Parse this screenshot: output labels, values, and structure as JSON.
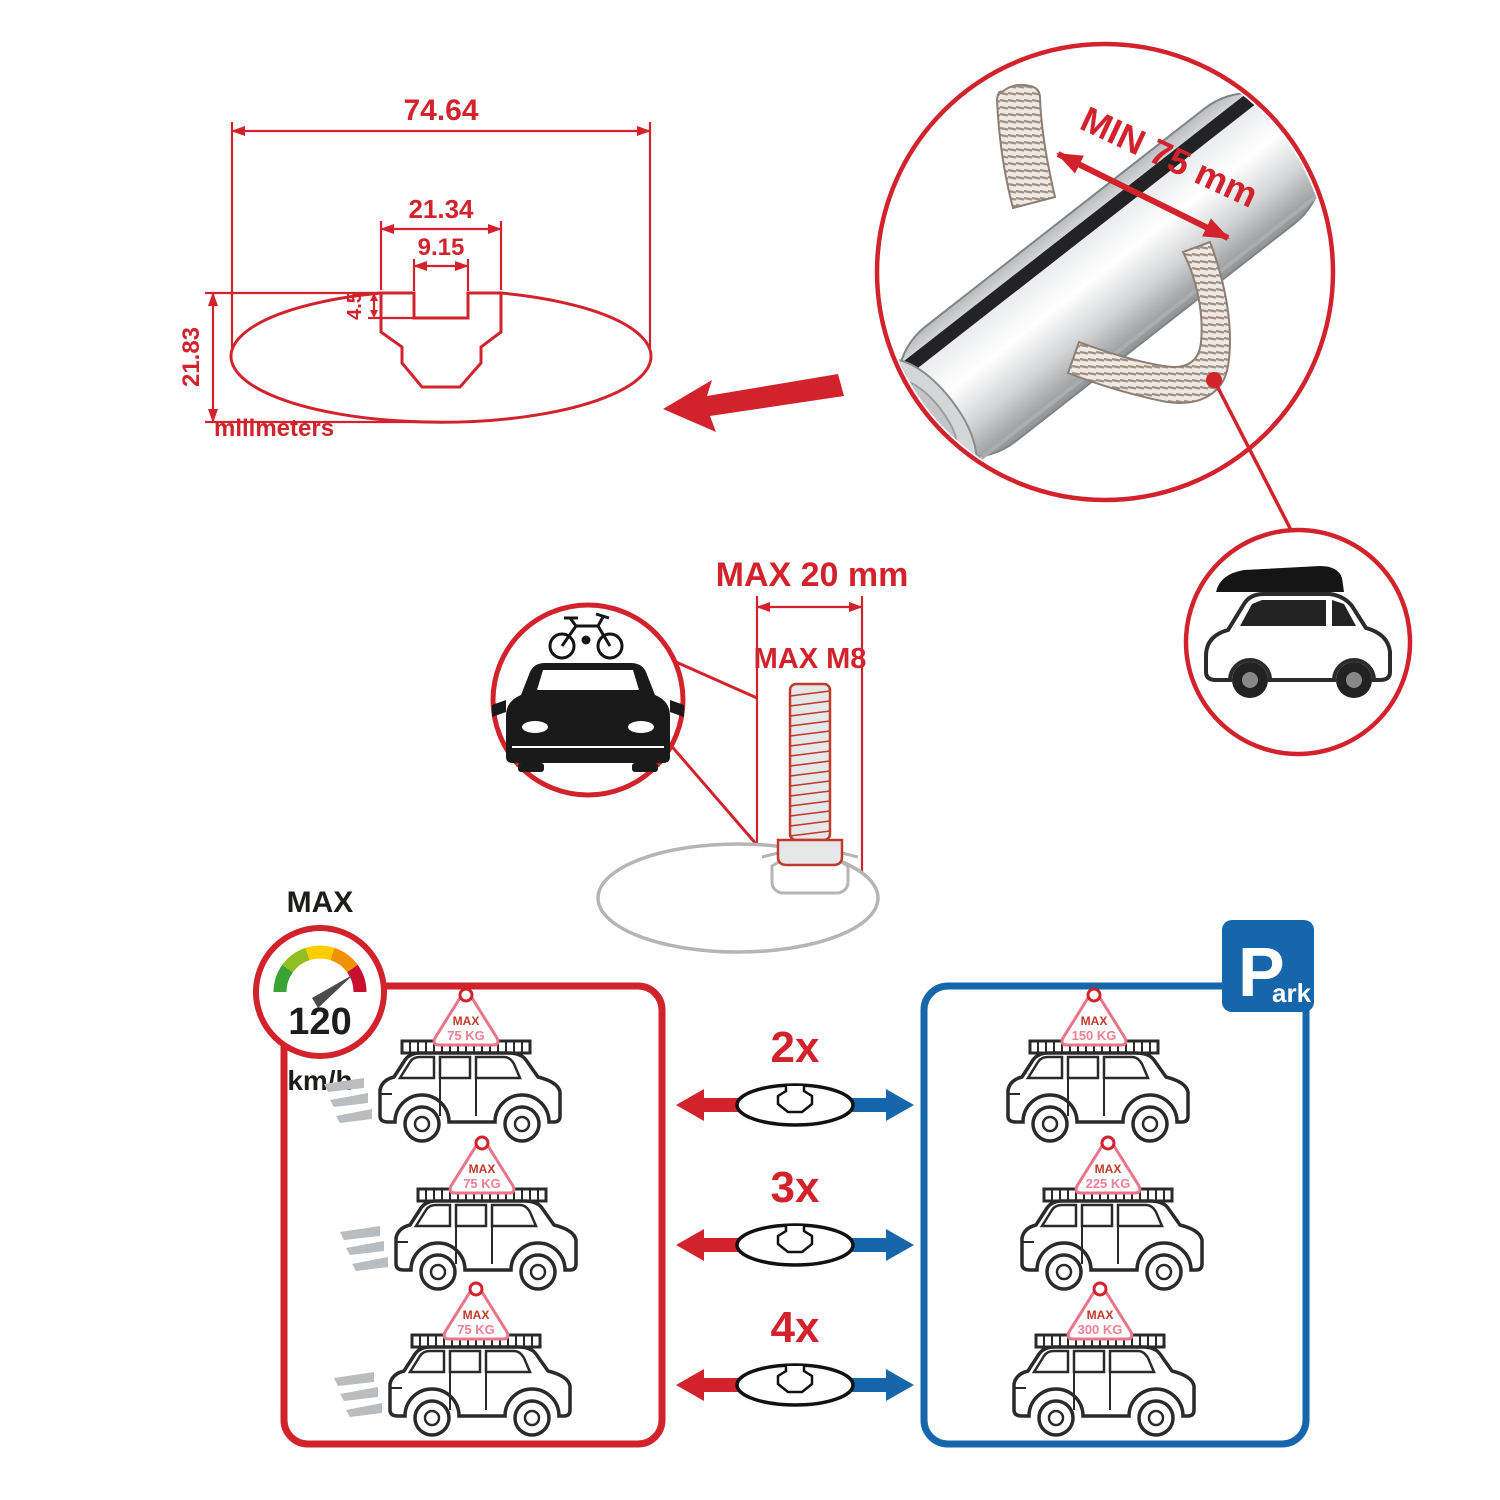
{
  "colors": {
    "red": "#d2232d",
    "blue": "#1566ab",
    "gray": "#b5b5b5"
  },
  "cross_section": {
    "total_width": "74.64",
    "channel_width": "21.34",
    "slot_width": "9.15",
    "slot_depth": "4.5",
    "total_height": "21.83",
    "units": "milimeters"
  },
  "bar_inset": {
    "min_span": "MIN 75 mm"
  },
  "bolt": {
    "max_width": "MAX 20 mm",
    "max_thread": "MAX M8"
  },
  "speed_limit": {
    "label": "MAX",
    "value": "120",
    "unit": "km/h"
  },
  "driving_panel": {
    "cars": [
      {
        "sign_top": "MAX",
        "sign_load": "75 KG"
      },
      {
        "sign_top": "MAX",
        "sign_load": "75 KG"
      },
      {
        "sign_top": "MAX",
        "sign_load": "75 KG"
      }
    ]
  },
  "parking_panel": {
    "sign_big": "P",
    "sign_rest": "ark",
    "cars": [
      {
        "sign_top": "MAX",
        "sign_load": "150 KG"
      },
      {
        "sign_top": "MAX",
        "sign_load": "225 KG"
      },
      {
        "sign_top": "MAX",
        "sign_load": "300 KG"
      }
    ]
  },
  "bar_counts": [
    {
      "label": "2x"
    },
    {
      "label": "3x"
    },
    {
      "label": "4x"
    }
  ]
}
